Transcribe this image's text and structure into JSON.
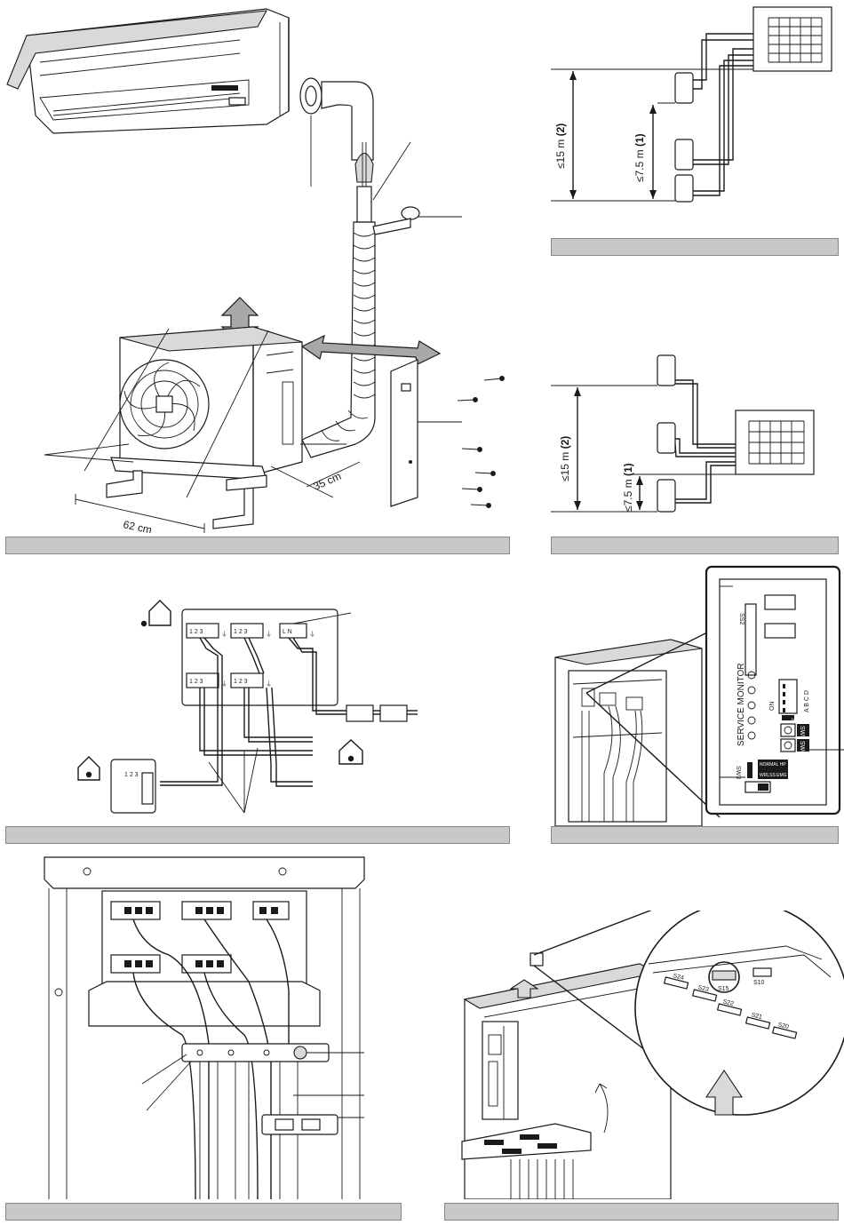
{
  "fig1": {
    "dim_width": "62 cm",
    "dim_depth": "35 cm"
  },
  "fig2": {
    "height_total": "≤15 m",
    "height_total_ref": "(2)",
    "height_partial": "≤7.5 m",
    "height_partial_ref": "(1)"
  },
  "fig3": {
    "height_total": "≤15 m",
    "height_total_ref": "(2)",
    "height_partial": "≤7.5 m",
    "height_partial_ref": "(1)"
  },
  "fig4": {
    "terminal_123_a": "1 2 3",
    "terminal_123_b": "1 2 3",
    "terminal_ln": "L N",
    "terminal_123_c": "1 2 3",
    "terminal_123_d": "1 2 3",
    "remote_terminal": "1 2 3"
  },
  "fig5": {
    "ss2": "SS2",
    "service_monitor": "SERVICE MONITOR",
    "on": "ON",
    "abcd": "A B C D",
    "sw4": "SW4",
    "sw5": "SW5",
    "sw6": "SW6",
    "sw3": "SW3",
    "nrm": "NORMAL  HP",
    "wrl": "WRLSS  EMG"
  },
  "fig7": {
    "s24": "S24",
    "s23": "S23",
    "s15": "S15",
    "s10": "S10",
    "s22": "S22",
    "s21": "S21",
    "s20": "S20"
  },
  "colors": {
    "caption_bar": "#c8c8c8",
    "arrow_fill": "#a8a8a8"
  }
}
